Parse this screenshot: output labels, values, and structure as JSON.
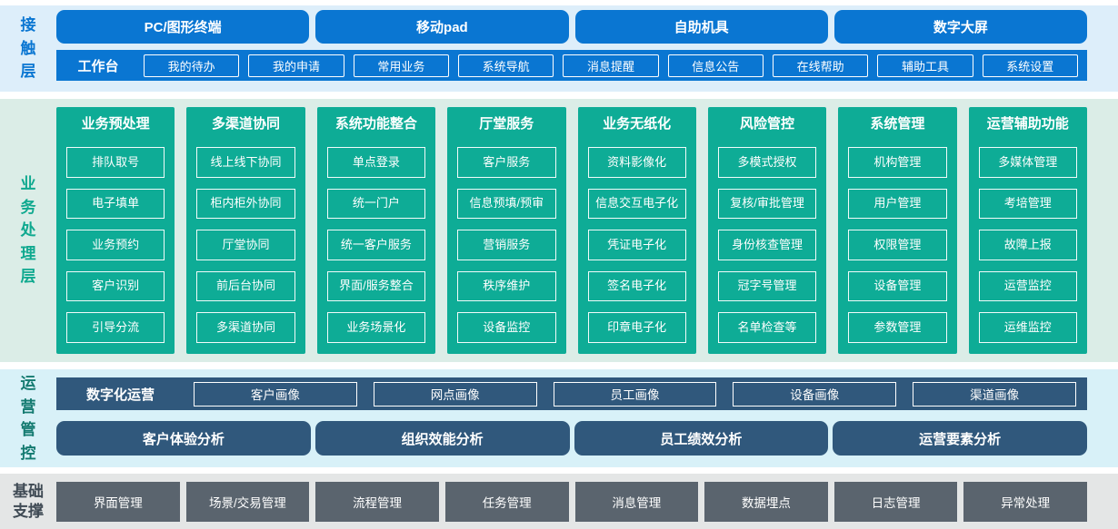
{
  "colors": {
    "accent_blue": "#0a76d2",
    "accent_teal": "#0eac96",
    "accent_navy": "#30587c",
    "accent_slate": "#5a646e",
    "bg_contact": "#ddeefa",
    "bg_business": "#dbede7",
    "bg_operations": "#d8f1f8",
    "bg_foundation": "#e4e6e6"
  },
  "layers": {
    "contact": {
      "label": "接触层",
      "channels": [
        "PC/图形终端",
        "移动pad",
        "自助机具",
        "数字大屏"
      ],
      "workbench": {
        "label": "工作台",
        "items": [
          "我的待办",
          "我的申请",
          "常用业务",
          "系统导航",
          "消息提醒",
          "信息公告",
          "在线帮助",
          "辅助工具",
          "系统设置"
        ]
      }
    },
    "business": {
      "label": "业务处理层",
      "columns": [
        {
          "title": "业务预处理",
          "items": [
            "排队取号",
            "电子填单",
            "业务预约",
            "客户识别",
            "引导分流"
          ]
        },
        {
          "title": "多渠道协同",
          "items": [
            "线上线下协同",
            "柜内柜外协同",
            "厅堂协同",
            "前后台协同",
            "多渠道协同"
          ]
        },
        {
          "title": "系统功能整合",
          "items": [
            "单点登录",
            "统一门户",
            "统一客户服务",
            "界面/服务整合",
            "业务场景化"
          ]
        },
        {
          "title": "厅堂服务",
          "items": [
            "客户服务",
            "信息预填/预审",
            "营销服务",
            "秩序维护",
            "设备监控"
          ]
        },
        {
          "title": "业务无纸化",
          "items": [
            "资料影像化",
            "信息交互电子化",
            "凭证电子化",
            "签名电子化",
            "印章电子化"
          ]
        },
        {
          "title": "风险管控",
          "items": [
            "多模式授权",
            "复核/审批管理",
            "身份核查管理",
            "冠字号管理",
            "名单检查等"
          ]
        },
        {
          "title": "系统管理",
          "items": [
            "机构管理",
            "用户管理",
            "权限管理",
            "设备管理",
            "参数管理"
          ]
        },
        {
          "title": "运营辅助功能",
          "items": [
            "多媒体管理",
            "考培管理",
            "故障上报",
            "运营监控",
            "运维监控"
          ]
        }
      ]
    },
    "operations": {
      "label": "运营管控",
      "digital": {
        "label": "数字化运营",
        "items": [
          "客户画像",
          "网点画像",
          "员工画像",
          "设备画像",
          "渠道画像"
        ]
      },
      "analysis": [
        "客户体验分析",
        "组织效能分析",
        "员工绩效分析",
        "运营要素分析"
      ]
    },
    "foundation": {
      "label": "基础支撑",
      "items": [
        "界面管理",
        "场景/交易管理",
        "流程管理",
        "任务管理",
        "消息管理",
        "数据埋点",
        "日志管理",
        "异常处理"
      ]
    }
  }
}
